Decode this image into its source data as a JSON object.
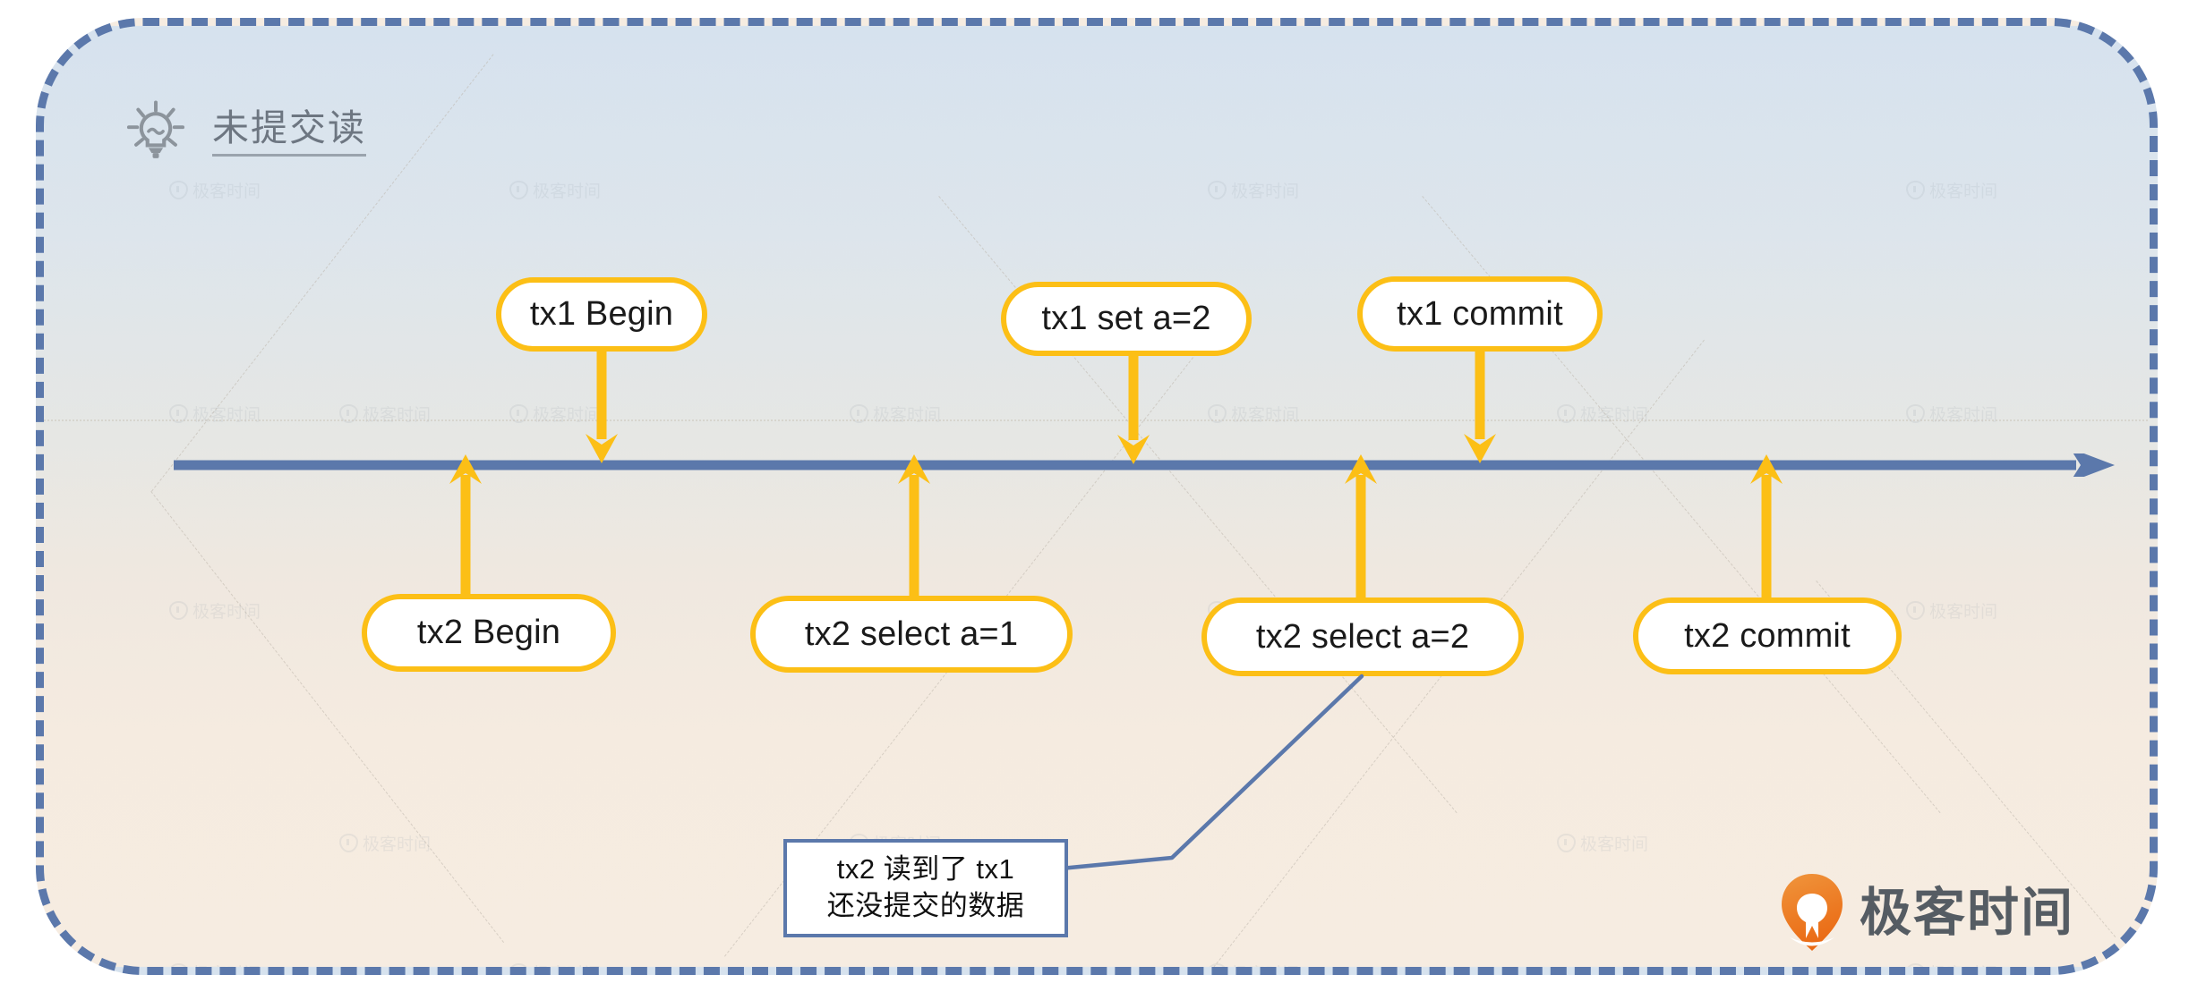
{
  "canvas": {
    "title": "未提交读",
    "title_icon": "lightbulb-icon",
    "border_color": "#5b78ab",
    "bg_gradient_top": "#d6e2ee",
    "bg_gradient_bottom": "#f6ece1"
  },
  "timeline": {
    "name": "time-axis",
    "color": "#5b78ab",
    "direction": "left-to-right"
  },
  "accent": {
    "node_border": "#fcbf16",
    "node_fill": "#ffffff",
    "note_border": "#5b78ab",
    "logo_orange": "#ef7b23"
  },
  "tx1_events": [
    {
      "label": "tx1 Begin",
      "arrow": "down"
    },
    {
      "label": "tx1 set a=2",
      "arrow": "down"
    },
    {
      "label": "tx1 commit",
      "arrow": "down"
    }
  ],
  "tx2_events": [
    {
      "label": "tx2 Begin",
      "arrow": "up"
    },
    {
      "label": "tx2 select a=1",
      "arrow": "up"
    },
    {
      "label": "tx2 select a=2",
      "arrow": "up"
    },
    {
      "label": "tx2 commit",
      "arrow": "up"
    }
  ],
  "note": {
    "line1": "tx2 读到了 tx1",
    "line2": "还没提交的数据"
  },
  "logo": {
    "text": "极客时间",
    "icon": "geektime-pin-icon"
  },
  "watermark": {
    "text": "极客时间"
  }
}
